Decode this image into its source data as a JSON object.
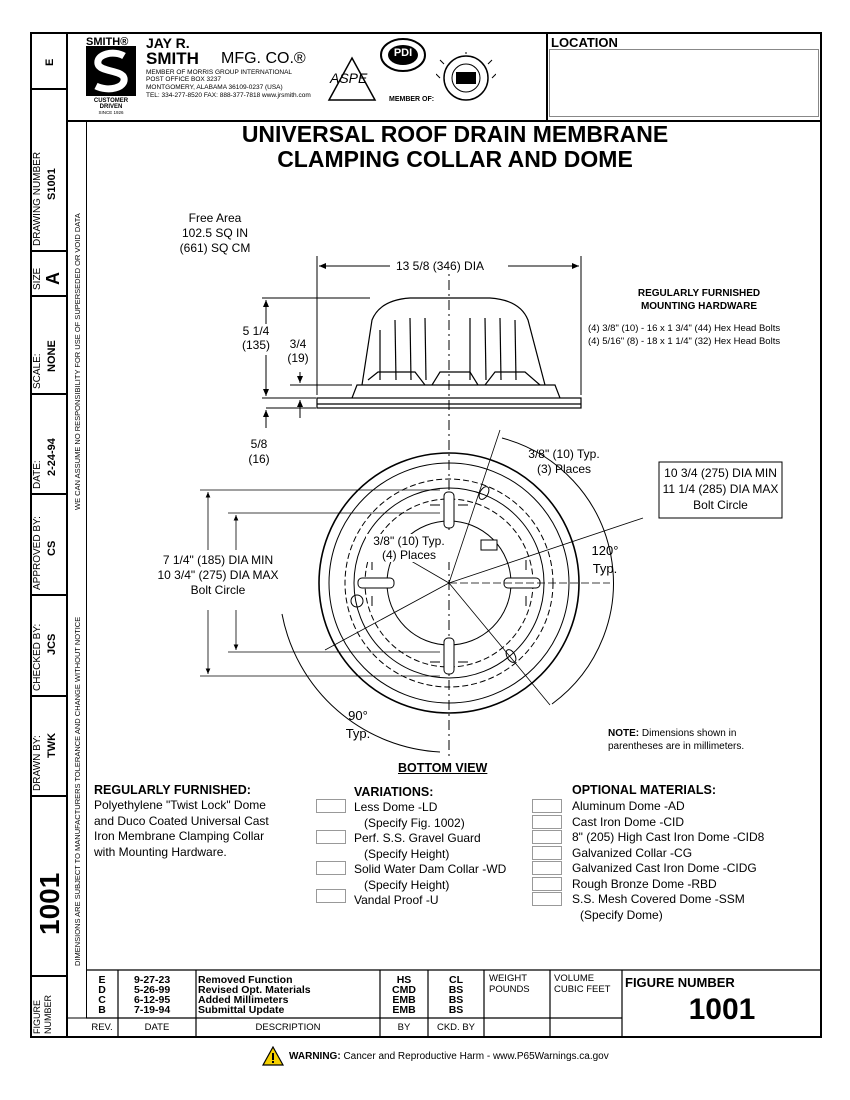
{
  "header": {
    "smith_mark": "SMITH®",
    "company_line1": "JAY R.",
    "company_line2": "SMITH",
    "company_line3": "MFG. CO.®",
    "member_line": "MEMBER OF MORRIS GROUP INTERNATIONAL",
    "address1": "POST OFFICE BOX 3237",
    "address2": "MONTGOMERY, ALABAMA 36109-0237 (USA)",
    "contact": "TEL: 334-277-8520  FAX: 888-377-7818  www.jrsmith.com",
    "customer_driven": "CUSTOMER DRIVEN",
    "since": "SINCE 1926",
    "aspe": "ASPE",
    "pdi": "PDI",
    "member_of": "MEMBER OF:",
    "location_label": "LOCATION"
  },
  "title": {
    "line1": "UNIVERSAL ROOF DRAIN MEMBRANE",
    "line2": "CLAMPING COLLAR AND DOME"
  },
  "sidebar": {
    "size_letter": "E",
    "drawing_number_label": "DRAWING NUMBER",
    "drawing_number": "S1001",
    "size_label": "SIZE",
    "size": "A",
    "scale_label": "SCALE:",
    "scale": "NONE",
    "date_label": "DATE:",
    "date": "2-24-94",
    "approved_label": "APPROVED BY:",
    "approved": "CS",
    "checked_label": "CHECKED BY:",
    "checked": "JCS",
    "drawn_label": "DRAWN BY:",
    "drawn": "TWK",
    "big_figure": "1001",
    "figure_label_1": "FIGURE",
    "figure_label_2": "NUMBER",
    "note_top": "WE CAN ASSUME NO RESPONSIBILITY FOR USE OF SUPERSEDED OR VOID DATA",
    "note_bottom": "DIMENSIONS ARE SUBJECT TO MANUFACTURERS TOLERANCE AND CHANGE WITHOUT NOTICE"
  },
  "drawing": {
    "free_area_1": "Free Area",
    "free_area_2": "102.5 SQ IN",
    "free_area_3": "(661) SQ CM",
    "dia": "13 5/8 (346) DIA",
    "height_1": "5 1/4",
    "height_2": "(135)",
    "flange_1": "3/4",
    "flange_2": "(19)",
    "base_1": "5/8",
    "base_2": "(16)",
    "hw_title_1": "REGULARLY FURNISHED",
    "hw_title_2": "MOUNTING HARDWARE",
    "hw_1": "(4) 3/8\" (10) - 16 x 1 3/4\" (44) Hex Head Bolts",
    "hw_2": "(4) 5/16\" (8) - 18 x 1 1/4\" (32) Hex Head Bolts",
    "typ3_1": "3/8\" (10) Typ.",
    "typ3_2": "(3) Places",
    "bolt_circle_r_1": "10 3/4 (275) DIA MIN",
    "bolt_circle_r_2": "11 1/4 (285) DIA MAX",
    "bolt_circle_r_3": "Bolt Circle",
    "typ4_1": "3/8\" (10) Typ.",
    "typ4_2": "(4) Places",
    "bolt_circle_l_1": "7 1/4\" (185) DIA MIN",
    "bolt_circle_l_2": "10 3/4\" (275) DIA MAX",
    "bolt_circle_l_3": "Bolt Circle",
    "angle120_1": "120°",
    "angle120_2": "Typ.",
    "angle90_1": "90°",
    "angle90_2": "Typ.",
    "note_bold": "NOTE:",
    "note_1": " Dimensions shown in",
    "note_2": "parentheses are in millimeters.",
    "view_label": "BOTTOM VIEW"
  },
  "furnished": {
    "title": "REGULARLY FURNISHED:",
    "lines": [
      "Polyethylene \"Twist Lock\" Dome",
      "and Duco Coated Universal Cast",
      "Iron Membrane Clamping Collar",
      "with Mounting Hardware."
    ]
  },
  "variations": {
    "title": "VARIATIONS:",
    "items": [
      "Less Dome -LD",
      "(Specify Fig. 1002)",
      "Perf. S.S. Gravel Guard",
      "(Specify Height)",
      "Solid Water Dam Collar -WD",
      "(Specify Height)",
      "Vandal Proof -U"
    ]
  },
  "optional": {
    "title": "OPTIONAL MATERIALS:",
    "items": [
      "Aluminum Dome -AD",
      "Cast Iron Dome -CID",
      "8\" (205) High Cast Iron Dome -CID8",
      "Galvanized Collar -CG",
      "Galvanized Cast Iron Dome -CIDG",
      "Rough Bronze Dome -RBD",
      "S.S. Mesh Covered Dome -SSM",
      "(Specify Dome)"
    ]
  },
  "revisions": {
    "rows": [
      {
        "rev": "E",
        "date": "9-27-23",
        "desc": "Removed Function",
        "by": "HS",
        "ckd": "CL"
      },
      {
        "rev": "D",
        "date": "5-26-99",
        "desc": "Revised Opt. Materials",
        "by": "CMD",
        "ckd": "BS"
      },
      {
        "rev": "C",
        "date": "6-12-95",
        "desc": "Added Millimeters",
        "by": "EMB",
        "ckd": "BS"
      },
      {
        "rev": "B",
        "date": "7-19-94",
        "desc": "Submittal Update",
        "by": "EMB",
        "ckd": "BS"
      }
    ],
    "h_rev": "REV.",
    "h_date": "DATE",
    "h_desc": "DESCRIPTION",
    "h_by": "BY",
    "h_ckd": "CKD. BY",
    "weight_1": "WEIGHT",
    "weight_2": "POUNDS",
    "volume_1": "VOLUME",
    "volume_2": "CUBIC FEET",
    "figure_label": "FIGURE NUMBER",
    "figure": "1001"
  },
  "warning": {
    "bold": "WARNING:",
    "text": " Cancer and Reproductive Harm - www.P65Warnings.ca.gov"
  }
}
